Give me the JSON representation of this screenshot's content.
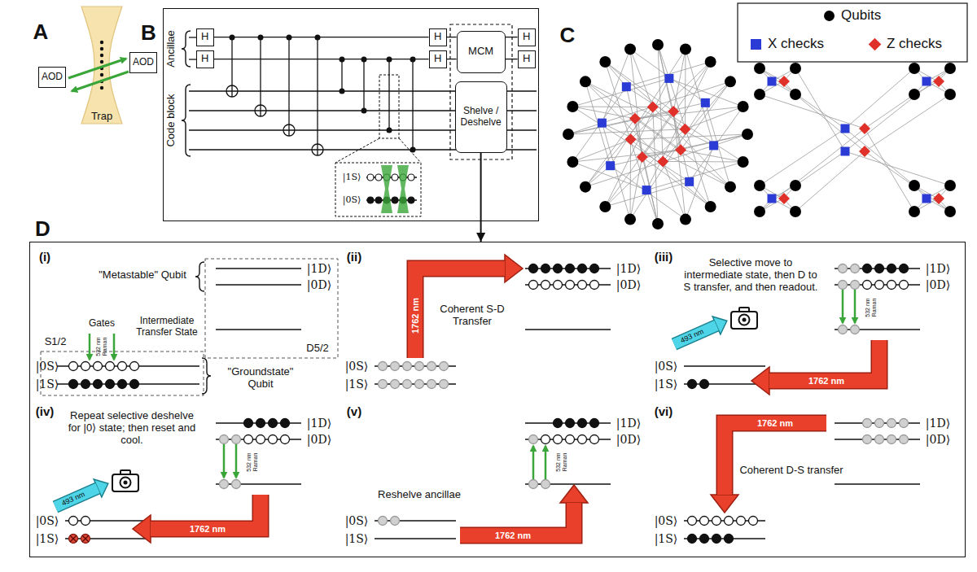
{
  "diagram": {
    "nodes": [
      {
        "text": [
          "AOD"
        ]
      },
      {
        "text": [
          "AOD"
        ]
      },
      {
        "text": [
          "B"
        ]
      },
      {
        "text": [
          "H"
        ],
        "in": 2
      },
      {
        "text": [
          "H"
        ],
        "in": 2
      },
      {
        "text": [
          "H"
        ],
        "in": 2
      },
      {
        "text": [
          "H"
        ],
        "in": 2
      },
      {
        "text": [
          "MCM"
        ],
        "in": 2
      },
      {
        "text": [
          "Shelve / Deshelve"
        ],
        "in": 2
      },
      {
        "text": [
          "H"
        ],
        "in": 2
      },
      {
        "text": [
          "H"
        ],
        "in": 2
      },
      {
        "text": [
          "D"
        ]
      }
    ],
    "edges": [
      {
        "from": 3,
        "to": 5,
        "arrow": "none"
      },
      {
        "from": 5,
        "to": 7,
        "arrow": "none"
      },
      {
        "from": 7,
        "to": 9,
        "arrow": "none"
      },
      {
        "from": 4,
        "to": 6,
        "arrow": "none"
      },
      {
        "from": 6,
        "to": 7,
        "arrow": "none"
      },
      {
        "from": 7,
        "to": 10,
        "arrow": "none"
      },
      {
        "from": 8,
        "to": 11,
        "arrow": "to"
      }
    ],
    "labels": [
      "A",
      "Trap",
      "Ancillae",
      "Code block",
      "|1S⟩",
      "|0S⟩",
      "C",
      "(i)",
      "\"Metastable\" Qubit",
      "|1D⟩",
      "|0D⟩",
      "Intermediate Transfer State",
      "D5/2",
      "Gates",
      "532 nm Raman",
      "S1/2",
      "|0S⟩",
      "|1S⟩",
      "\"Groundstate\" Qubit",
      "(ii)",
      "1762 nm",
      "Coherent S-D Transfer",
      "|1D⟩",
      "|0D⟩",
      "|0S⟩",
      "|1S⟩",
      "(iii)",
      "Selective move to intermediate state, then D to S transfer, and then readout.",
      "|1D⟩",
      "|0D⟩",
      "532 nm Raman",
      "493 nm",
      "1762 nm",
      "|0S⟩",
      "|1S⟩",
      "(iv)",
      "Repeat selective deshelve for |0⟩ state; then reset and cool.",
      "|1D⟩",
      "|0D⟩",
      "532 nm Raman",
      "493 nm",
      "1762 nm",
      "|0S⟩",
      "|1S⟩",
      "(v)",
      "|1D⟩",
      "|0D⟩",
      "532 nm Raman",
      "Reshelve ancillae",
      "|0S⟩",
      "|1S⟩",
      "1762 nm",
      "(vi)",
      "1762 nm",
      "Coherent D-S transfer",
      "|1D⟩",
      "|0D⟩",
      "|0S⟩",
      "|1S⟩"
    ],
    "legend": [
      {
        "text": "Qubits",
        "color": "#000000"
      },
      {
        "text": "X checks",
        "color": "#2b3bd6"
      },
      {
        "text": "Z checks",
        "color": "#e0302a"
      }
    ]
  }
}
